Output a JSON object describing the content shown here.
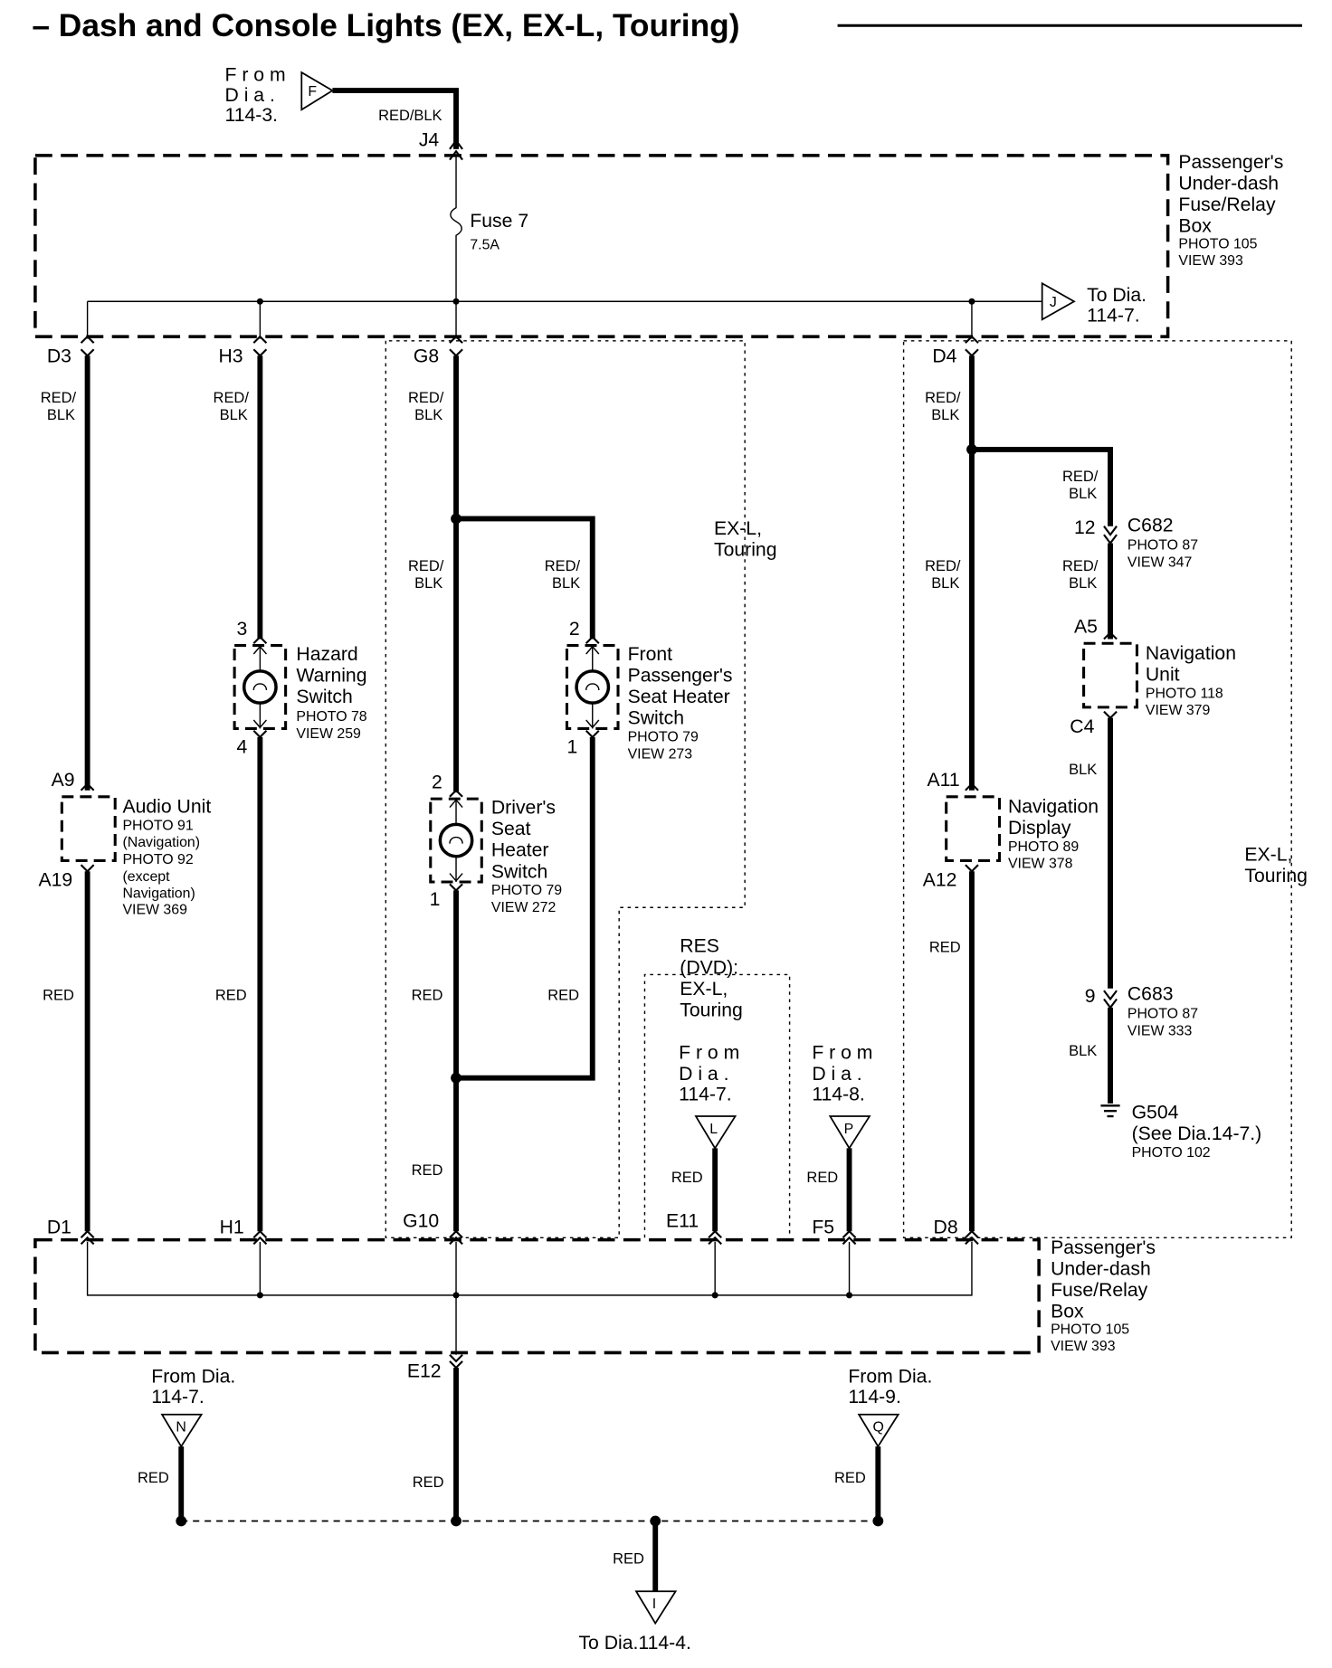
{
  "title": "– Dash and Console Lights (EX, EX-L, Touring)",
  "inputs": {
    "F": {
      "letter": "F",
      "from": [
        "From",
        "Dia.",
        "114-3."
      ]
    },
    "L": {
      "letter": "L",
      "from": [
        "From",
        "Dia.",
        "114-7."
      ]
    },
    "P": {
      "letter": "P",
      "from": [
        "From",
        "Dia.",
        "114-8."
      ]
    },
    "N": {
      "letter": "N",
      "from": [
        "From Dia.",
        "114-7."
      ]
    },
    "Q": {
      "letter": "Q",
      "from": [
        "From Dia.",
        "114-9."
      ]
    }
  },
  "outputs": {
    "J": {
      "letter": "J",
      "to": [
        "To Dia.",
        "114-7."
      ]
    },
    "I": {
      "letter": "I",
      "to": "To Dia.114-4."
    }
  },
  "fuse_box_top": {
    "lines": [
      "Passenger's",
      "Under-dash",
      "Fuse/Relay",
      "Box"
    ],
    "photo": "PHOTO 105",
    "view": "VIEW 393"
  },
  "fuse_box_bottom": {
    "lines": [
      "Passenger's",
      "Under-dash",
      "Fuse/Relay",
      "Box"
    ],
    "photo": "PHOTO 105",
    "view": "VIEW 393"
  },
  "fuse": {
    "name": "Fuse 7",
    "rating": "7.5A"
  },
  "terminals": {
    "J4": "J4",
    "D3": "D3",
    "H3": "H3",
    "G8": "G8",
    "D4": "D4",
    "D1": "D1",
    "H1": "H1",
    "G10": "G10",
    "E11": "E11",
    "F5": "F5",
    "D8": "D8",
    "E12": "E12",
    "A9": "A9",
    "A19": "A19",
    "A11": "A11",
    "A12": "A12",
    "A5": "A5",
    "C4": "C4",
    "p3": "3",
    "p4": "4",
    "p2a": "2",
    "p1a": "1",
    "p2b": "2",
    "p1b": "1",
    "p12": "12",
    "p9": "9"
  },
  "wires": {
    "red_blk": "RED/BLK",
    "red_slash": "RED/",
    "blk": "BLK",
    "red": "RED"
  },
  "components": {
    "audio": {
      "lines": [
        "Audio Unit"
      ],
      "notes": [
        "PHOTO 91",
        "(Navigation)",
        "PHOTO 92",
        "(except",
        "Navigation)",
        "VIEW 369"
      ]
    },
    "hazard": {
      "lines": [
        "Hazard",
        "Warning",
        "Switch"
      ],
      "notes": [
        "PHOTO 78",
        "VIEW 259"
      ]
    },
    "driver": {
      "lines": [
        "Driver's",
        "Seat",
        "Heater",
        "Switch"
      ],
      "notes": [
        "PHOTO 79",
        "VIEW 272"
      ]
    },
    "front": {
      "lines": [
        "Front",
        "Passenger's",
        "Seat Heater",
        "Switch"
      ],
      "notes": [
        "PHOTO 79",
        "VIEW 273"
      ]
    },
    "nav_display": {
      "lines": [
        "Navigation",
        "Display"
      ],
      "notes": [
        "PHOTO 89",
        "VIEW 378"
      ]
    },
    "nav_unit": {
      "lines": [
        "Navigation",
        "Unit"
      ],
      "notes": [
        "PHOTO 118",
        "VIEW 379"
      ]
    }
  },
  "connectors": {
    "c682": {
      "name": "C682",
      "photo": "PHOTO 87",
      "view": "VIEW 347"
    },
    "c683": {
      "name": "C683",
      "photo": "PHOTO 87",
      "view": "VIEW 333"
    }
  },
  "ground": {
    "name": "G504",
    "note": "(See Dia.14-7.)",
    "photo": "PHOTO 102"
  },
  "options": {
    "exl_touring": [
      "EX-L,",
      "Touring"
    ],
    "res": [
      "RES",
      "(DVD):",
      "EX-L,",
      "Touring"
    ]
  }
}
